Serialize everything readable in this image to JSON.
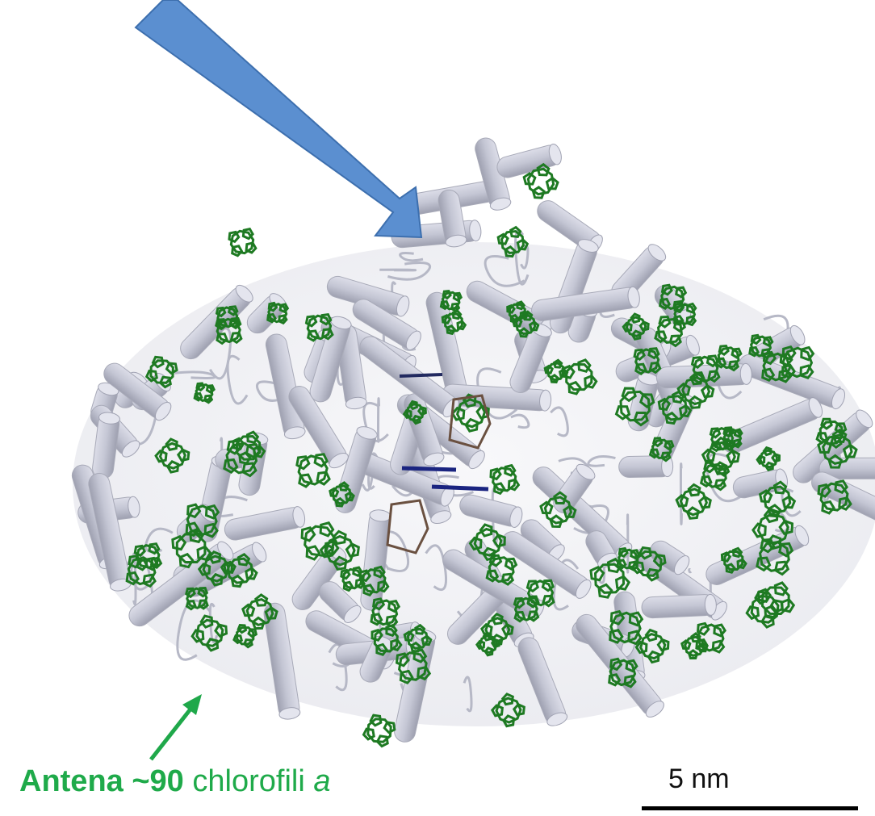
{
  "caption": {
    "antenna_word": "Antena",
    "count": "~90",
    "pigment": "chlorofili",
    "pigment_letter": "a"
  },
  "scale_bar": {
    "label": "5 nm"
  },
  "colors": {
    "blue_arrow": "#5b8fd0",
    "green_arrow": "#1fa84a",
    "protein_helix": "#c4c6d4",
    "chlorophyll": "#1e7a22",
    "caption_text": "#1faa4a",
    "cofactor_dark_blue": "#1a2480",
    "cofactor_brown": "#6a5040"
  },
  "icons": {
    "pointer": "blue-arrow-icon",
    "antenna_pointer": "green-arrow-icon"
  }
}
